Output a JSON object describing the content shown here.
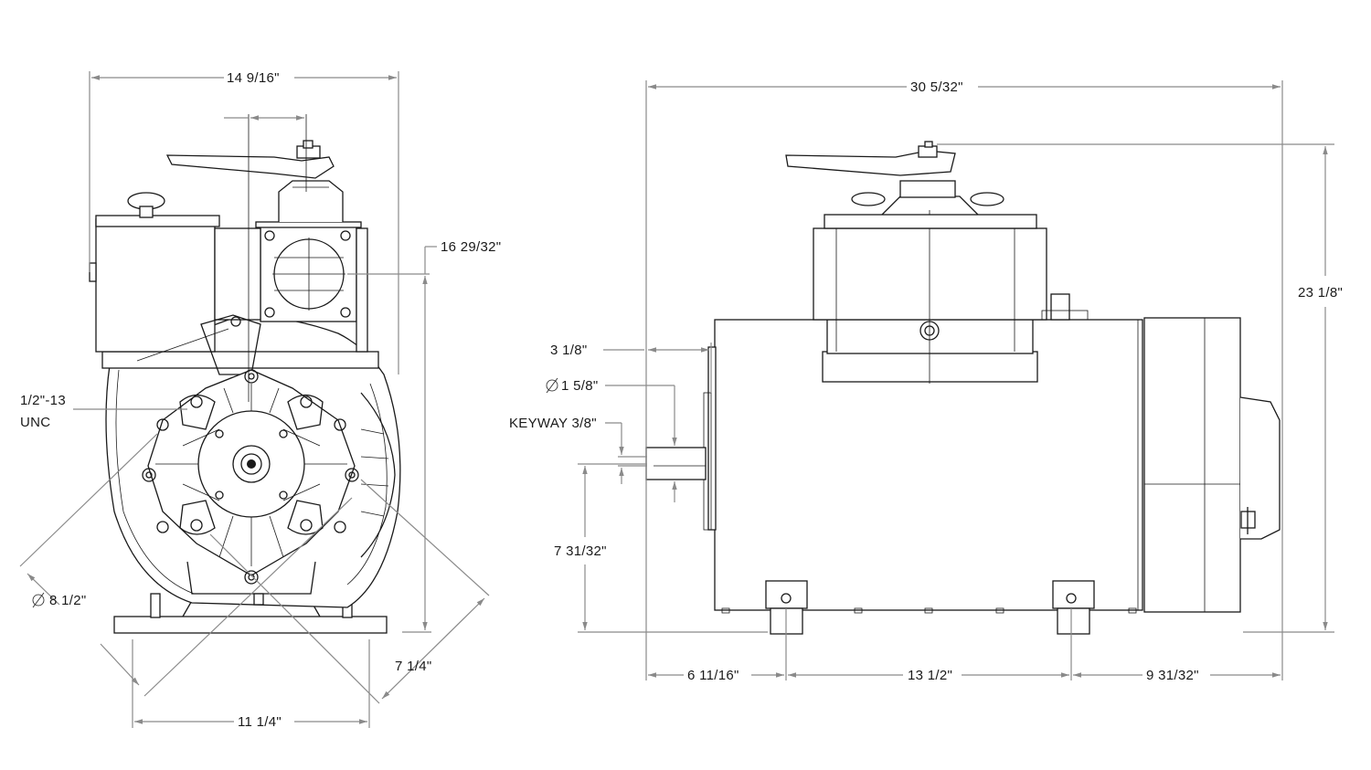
{
  "front_view": {
    "width_dim": "14 9/16\"",
    "height_dim": "16 29/32\"",
    "thread_callout_line1": "1/2\"-13",
    "thread_callout_line2": "UNC",
    "bolt_circle_dim": "8 1/2\"",
    "diag_dim": "7 1/4\"",
    "base_width_dim": "11 1/4\""
  },
  "side_view": {
    "length_dim": "30 5/32\"",
    "height_dim": "23 1/8\"",
    "shaft_ext_dim": "3 1/8\"",
    "shaft_dia_dim": "1 5/8\"",
    "keyway_dim": "KEYWAY 3/8\"",
    "shaft_height_dim": "7 31/32\"",
    "foot_offset_dim": "6 11/16\"",
    "foot_spacing_dim": "13 1/2\"",
    "rear_dim": "9 31/32\""
  },
  "colors": {
    "line": "#1a1a1a",
    "dimension": "#8a8a8a",
    "background": "#ffffff"
  }
}
